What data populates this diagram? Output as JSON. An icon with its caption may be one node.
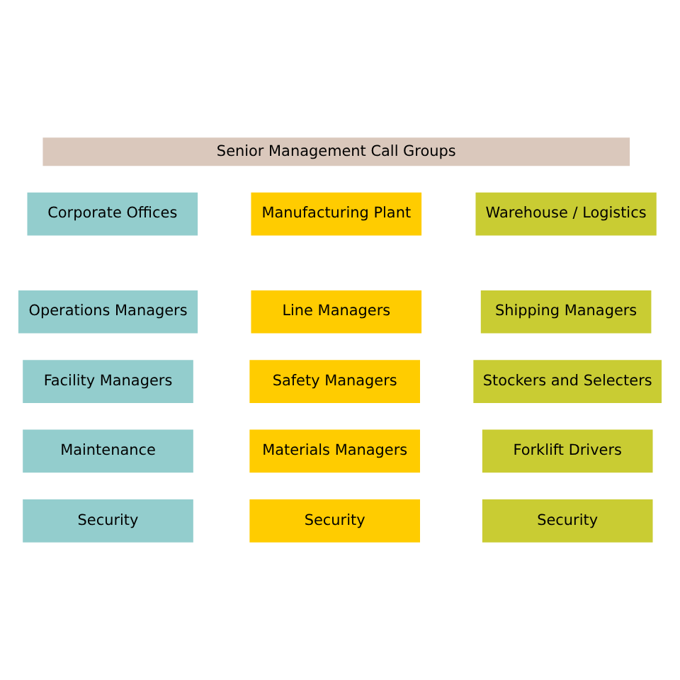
{
  "diagram": {
    "nodes": [
      {
        "text": [
          "Senior Management Call Groups"
        ]
      },
      {
        "text": [
          "Corporate Offices"
        ]
      },
      {
        "text": [
          "Manufacturing Plant"
        ]
      },
      {
        "text": [
          "Warehouse / Logistics"
        ]
      },
      {
        "text": [
          "Operations Managers"
        ]
      },
      {
        "text": [
          "Facility Managers"
        ]
      },
      {
        "text": [
          "Maintenance"
        ]
      },
      {
        "text": [
          "Security"
        ]
      },
      {
        "text": [
          "Line Managers"
        ]
      },
      {
        "text": [
          "Safety Managers"
        ]
      },
      {
        "text": [
          "Materials Managers"
        ]
      },
      {
        "text": [
          "Security"
        ]
      },
      {
        "text": [
          "Shipping Managers"
        ]
      },
      {
        "text": [
          "Stockers and Selecters"
        ]
      },
      {
        "text": [
          "Forklift Drivers"
        ]
      },
      {
        "text": [
          "Security"
        ]
      }
    ]
  }
}
